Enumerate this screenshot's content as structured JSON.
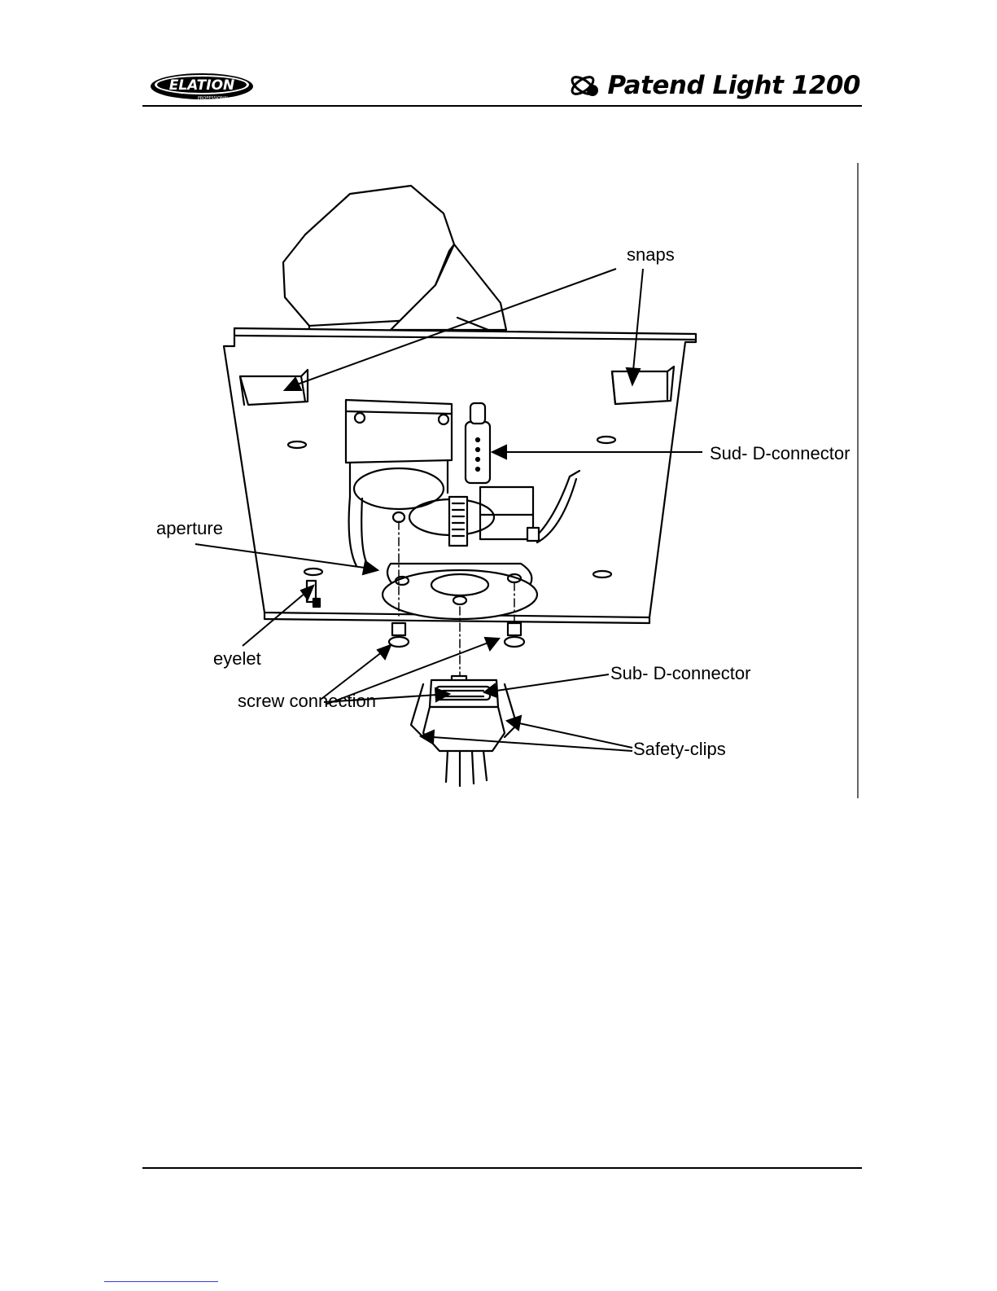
{
  "header": {
    "brand_logo_text": "ELATION",
    "brand_logo_subtext": "PROFESSIONAL",
    "product_title": "Patend Light 1200"
  },
  "figure": {
    "labels": {
      "snaps": "snaps",
      "sud_d_connector": "Sud- D-connector",
      "aperture": "aperture",
      "eyelet": "eyelet",
      "screw_connection": "screw connection",
      "sub_d_connector": "Sub- D-connector",
      "safety_clips": "Safety-clips"
    }
  }
}
